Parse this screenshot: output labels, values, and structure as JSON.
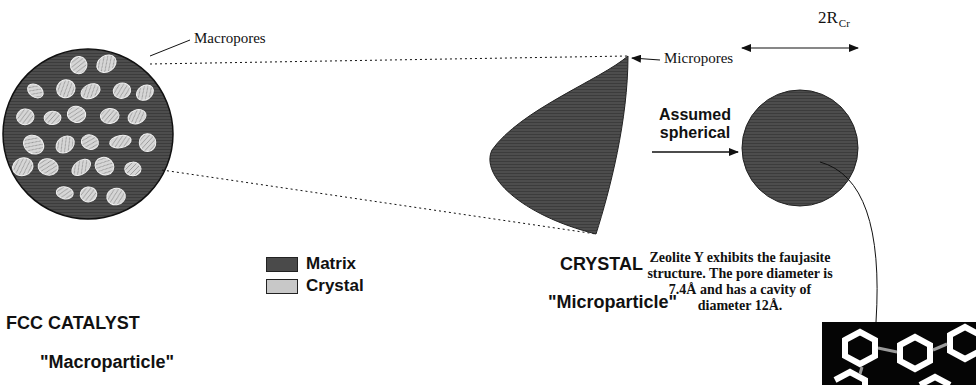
{
  "diagram": {
    "labels": [
      "Macropores",
      "FCC CATALYST",
      "\"Macroparticle\"",
      "Micropores",
      "CRYSTAL",
      "\"Microparticle\"",
      "Assumed spherical",
      "2R",
      "Cr",
      "Zeolite Y exhibits the faujasite structure. The pore diameter is 7.4Å and has a cavity of diameter 12Å."
    ],
    "legend": [
      {
        "text": "Matrix",
        "color": "#4a4a4a"
      },
      {
        "text": "Crystal",
        "color": "#c8c8c8"
      }
    ]
  }
}
